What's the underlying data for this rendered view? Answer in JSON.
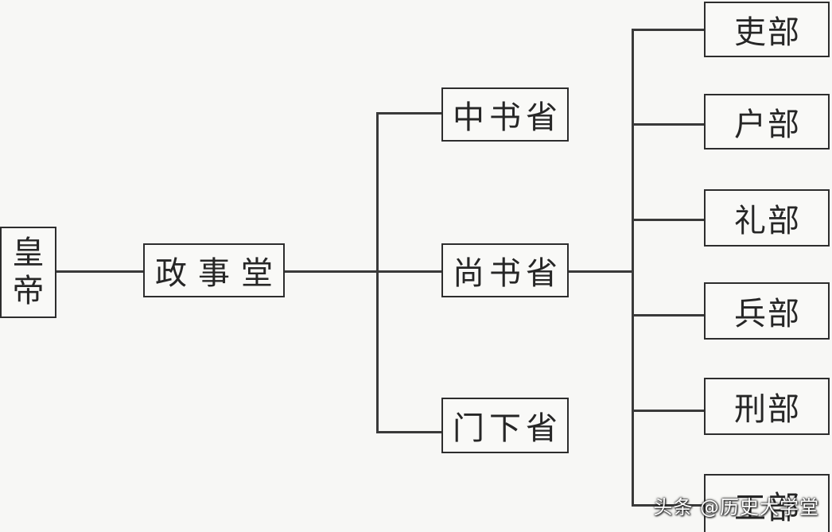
{
  "diagram": {
    "emperor": "皇帝",
    "council": "政事堂",
    "secretariat": "中书省",
    "department_of_state": "尚书省",
    "chancellery": "门下省",
    "ministries": [
      "吏部",
      "户部",
      "礼部",
      "兵部",
      "刑部",
      "工部"
    ]
  },
  "watermark": "头条 @历史大学堂"
}
